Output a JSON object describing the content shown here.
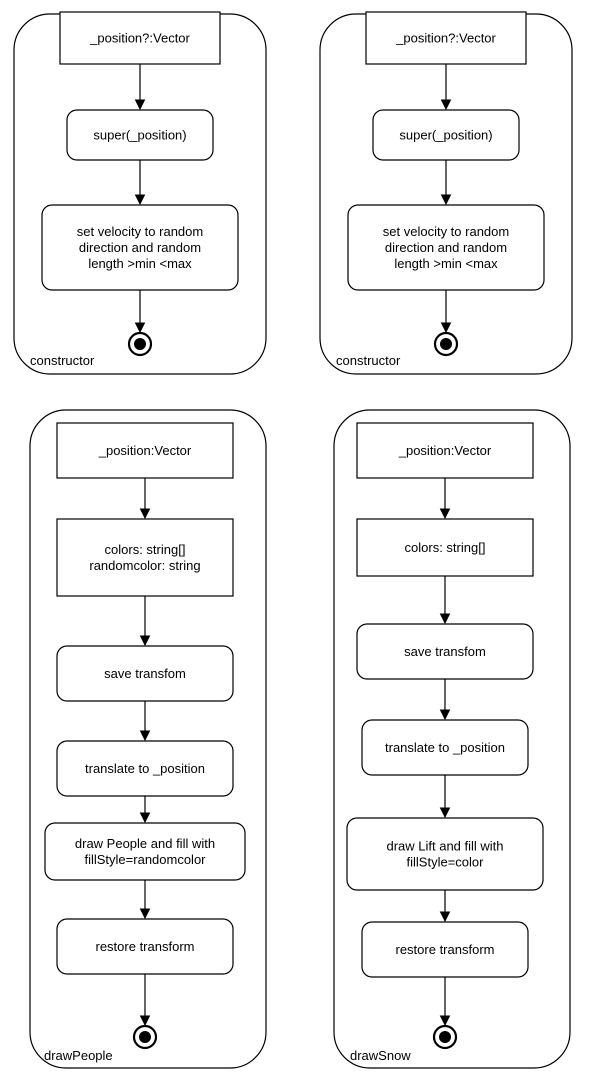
{
  "diagrams": [
    {
      "label": "constructor",
      "input": "_position?:Vector",
      "steps": [
        {
          "lines": [
            "super(_position)"
          ]
        },
        {
          "lines": [
            "set velocity to random",
            "direction and random",
            "length >min <max"
          ]
        }
      ]
    },
    {
      "label": "constructor",
      "input": "_position?:Vector",
      "steps": [
        {
          "lines": [
            "super(_position)"
          ]
        },
        {
          "lines": [
            "set velocity to random",
            "direction and random",
            "length >min <max"
          ]
        }
      ]
    },
    {
      "label": "drawPeople",
      "input": "_position:Vector",
      "steps": [
        {
          "lines": [
            "colors: string[]",
            "randomcolor: string"
          ],
          "shape": "rect"
        },
        {
          "lines": [
            "save transfom"
          ]
        },
        {
          "lines": [
            "translate to _position"
          ]
        },
        {
          "lines": [
            "draw People and fill with",
            "fillStyle=randomcolor"
          ]
        },
        {
          "lines": [
            "restore transform"
          ]
        }
      ]
    },
    {
      "label": "drawSnow",
      "input": "_position:Vector",
      "steps": [
        {
          "lines": [
            "colors: string[]"
          ],
          "shape": "rect"
        },
        {
          "lines": [
            "save transfom"
          ]
        },
        {
          "lines": [
            "translate to _position"
          ]
        },
        {
          "lines": [
            "draw Lift and fill with",
            "fillStyle=color"
          ]
        },
        {
          "lines": [
            "restore transform"
          ]
        }
      ]
    }
  ]
}
